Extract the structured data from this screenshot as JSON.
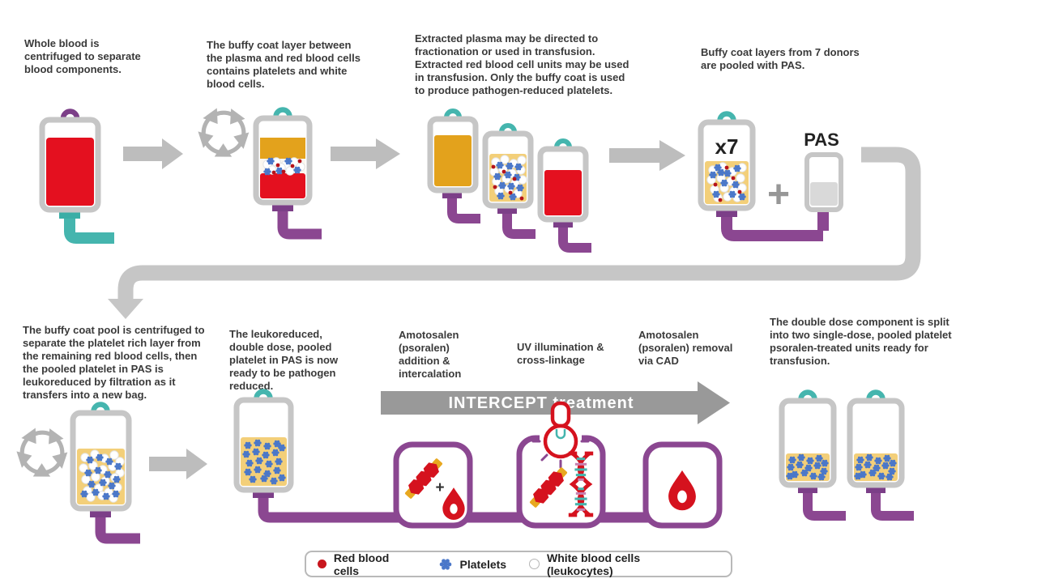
{
  "steps": {
    "step1": "Whole blood is centrifuged to separate blood components.",
    "step2": "The buffy coat layer between the plasma and red blood cells contains platelets and white blood cells.",
    "step3": "Extracted plasma may be directed to fractionation or used in transfusion. Extracted red blood cell units may be used in transfusion. Only the buffy coat is used to produce pathogen-reduced platelets.",
    "step4": "Buffy coat layers from 7 donors are pooled with PAS.",
    "step5": "The buffy coat pool is centrifuged to separate the platelet rich layer from the remaining red blood cells, then the pooled platelet in PAS is leukoreduced by filtration as it transfers into a new bag.",
    "step6": "The leukoreduced, double dose, pooled platelet in PAS is now ready to be pathogen reduced.",
    "step7": "Amotosalen (psoralen) addition & intercalation",
    "step8": "UV illumination & cross-linkage",
    "step9": "Amotosalen (psoralen) removal via CAD",
    "step10": "The double dose component is split into two single-dose, pooled platelet psoralen-treated units ready for transfusion."
  },
  "labels": {
    "x7": "x7",
    "pas": "PAS",
    "plus": "+",
    "intercept": "INTERCEPT treatment"
  },
  "legend": {
    "red_blood_cells": "Red blood cells",
    "platelets": "Platelets",
    "white_blood_cells": "White blood cells (leukocytes)"
  },
  "colors": {
    "blood_red": "#e4101f",
    "purple": "#8b4791",
    "teal": "#45b5ae",
    "plasma_gold": "#e3a21c",
    "buffy_yellow": "#f3cf79",
    "platelet_blue": "#4a77c9",
    "arrow_gray": "#bdbdbd",
    "intercept_gray": "#999999"
  }
}
